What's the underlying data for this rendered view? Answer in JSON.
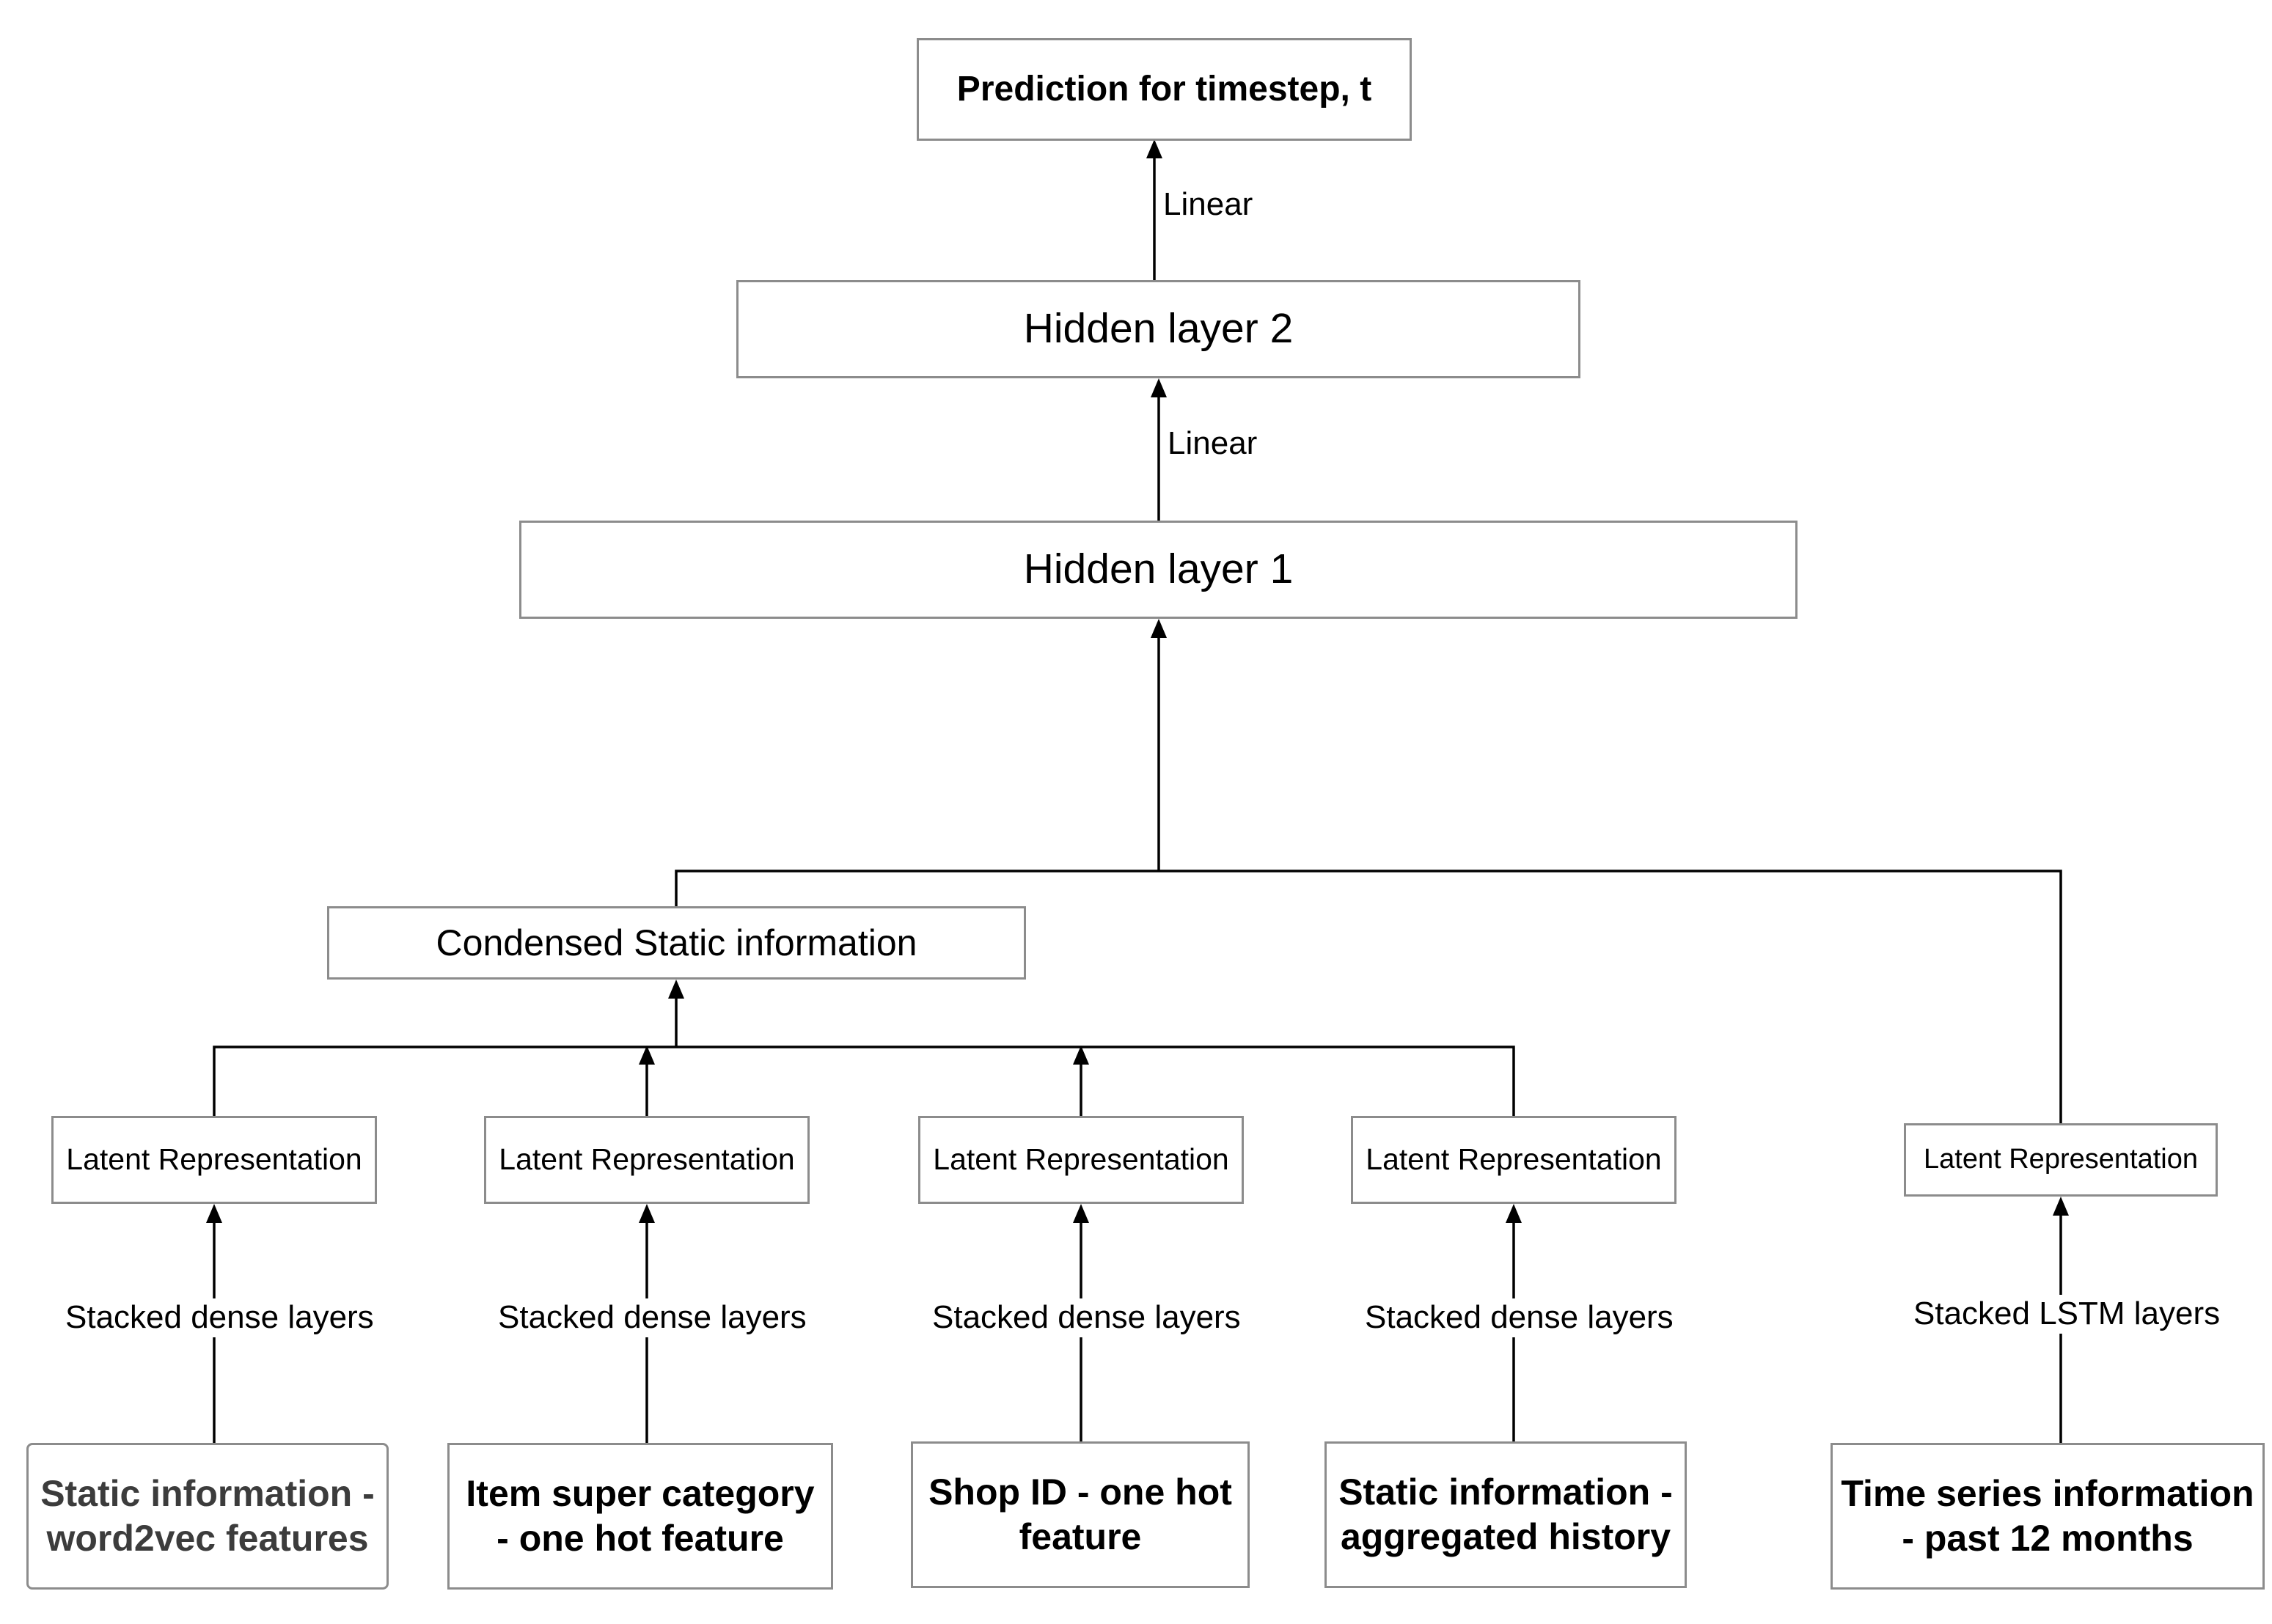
{
  "nodes": {
    "prediction": "Prediction for timestep, t",
    "hidden2": "Hidden layer 2",
    "hidden1": "Hidden layer 1",
    "condensed": "Condensed Static information",
    "latent": "Latent Representation",
    "inputs": [
      "Static information - word2vec features",
      "Item super category - one hot feature",
      "Shop ID - one hot feature",
      "Static information - aggregated history",
      "Time series information - past 12 months"
    ]
  },
  "edges": {
    "linear": "Linear",
    "stacked_dense": "Stacked dense layers",
    "stacked_lstm": "Stacked LSTM layers"
  }
}
